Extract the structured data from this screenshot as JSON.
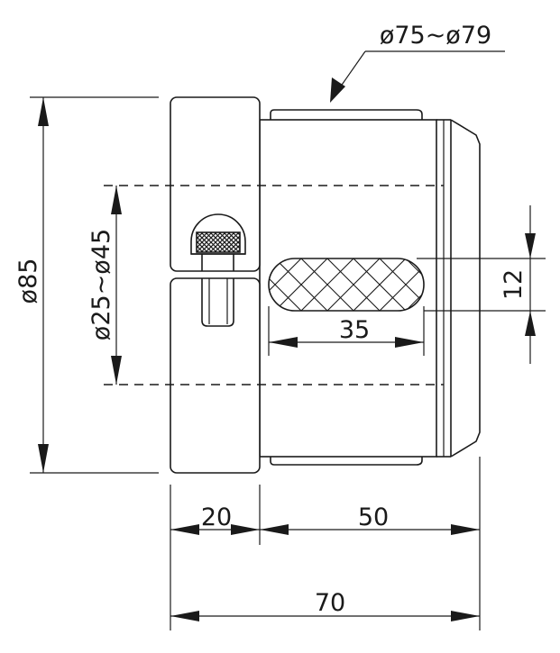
{
  "dimensions": {
    "outer_diameter": "ø85",
    "inner_range": "ø25~ø45",
    "body_range": "ø75~ø79",
    "slot_height": "12",
    "slot_length": "35",
    "left_width": "20",
    "right_width": "50",
    "total_width": "70"
  }
}
